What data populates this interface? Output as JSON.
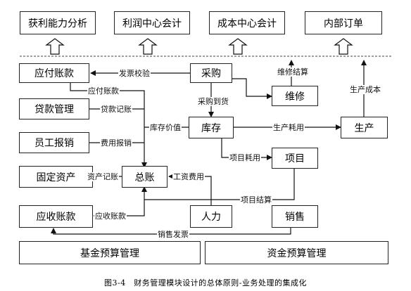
{
  "top_modules": [
    "获利能力分析",
    "利润中心会计",
    "成本中心会计",
    "内部订单"
  ],
  "boxes": {
    "payable": "应付账款",
    "loan": "贷款管理",
    "expense": "员工报销",
    "assets": "固定资产",
    "receivable": "应收账款",
    "ledger": "总账",
    "purchase": "采购",
    "inventory": "库存",
    "maintenance": "维修",
    "production": "生产",
    "project": "项目",
    "hr": "人力",
    "sales": "销售",
    "fund_budget": "基金预算管理",
    "capital_budget": "资金预算管理"
  },
  "edge_labels": {
    "invoice_check": "发票校验",
    "payable_flow": "应付账款",
    "loan_posting": "贷款记账",
    "expense_reimb": "费用报销",
    "asset_posting": "资产记账",
    "receivable_flow": "应收账款",
    "inventory_value": "库存价值",
    "purchase_receipt": "采购到货",
    "maintenance_settle": "维修结算",
    "production_use": "生产耗用",
    "production_cost": "生产成本",
    "project_use": "项目耗用",
    "wage_cost": "工资费用",
    "project_settle": "项目结算",
    "sales_invoice": "销售发票"
  },
  "caption": "图3-4　财务管理模块设计的总体原则-业务处理的集成化"
}
